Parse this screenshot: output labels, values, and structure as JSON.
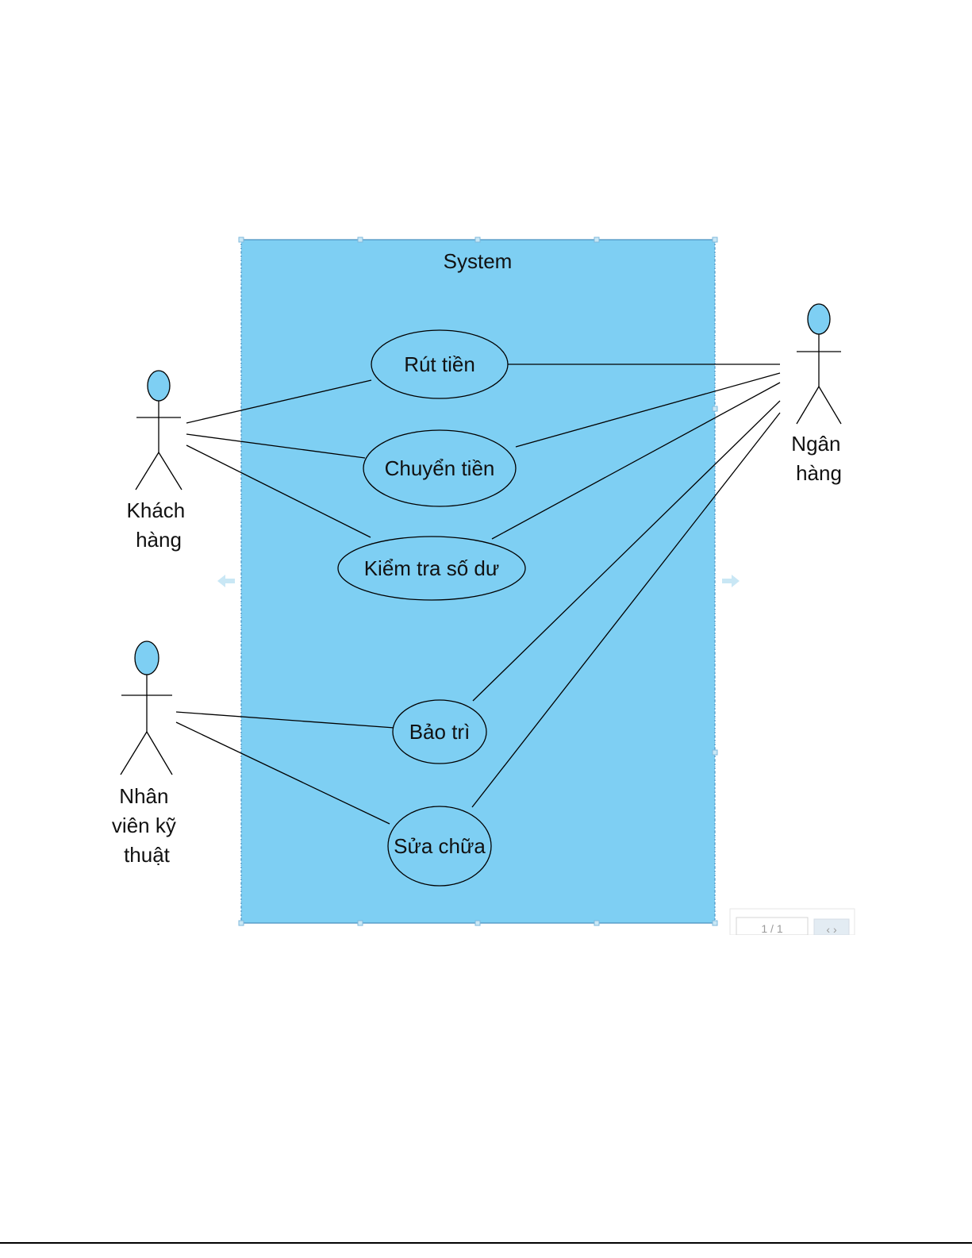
{
  "system": {
    "label": "System",
    "fill_color": "#7ecff3"
  },
  "actors": {
    "khach_hang": [
      "Khách",
      "hàng"
    ],
    "ngan_hang": [
      "Ngân",
      "hàng"
    ],
    "nhan_vien": [
      "Nhân",
      "viên kỹ",
      "thuật"
    ]
  },
  "use_cases": {
    "rut_tien": "Rút tiền",
    "chuyen_tien": "Chuyển tiền",
    "kiem_tra": "Kiểm tra số dư",
    "bao_tri": "Bảo trì",
    "sua_chua": "Sửa chữa"
  },
  "associations": [
    {
      "actor": "Khách hàng",
      "use_case": "Rút tiền"
    },
    {
      "actor": "Khách hàng",
      "use_case": "Chuyển tiền"
    },
    {
      "actor": "Khách hàng",
      "use_case": "Kiểm tra số dư"
    },
    {
      "actor": "Ngân hàng",
      "use_case": "Rút tiền"
    },
    {
      "actor": "Ngân hàng",
      "use_case": "Chuyển tiền"
    },
    {
      "actor": "Ngân hàng",
      "use_case": "Kiểm tra số dư"
    },
    {
      "actor": "Ngân hàng",
      "use_case": "Bảo trì"
    },
    {
      "actor": "Ngân hàng",
      "use_case": "Sửa chữa"
    },
    {
      "actor": "Nhân viên kỹ thuật",
      "use_case": "Bảo trì"
    },
    {
      "actor": "Nhân viên kỹ thuật",
      "use_case": "Sửa chữa"
    }
  ],
  "pager": {
    "page_text": "1 / 1",
    "nav_text": "‹ ›"
  }
}
